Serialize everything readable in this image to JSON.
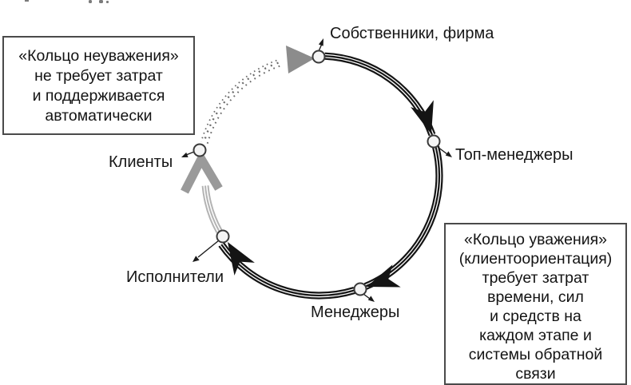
{
  "nodes": [
    {
      "id": "owners",
      "label": "Собственники, фирма"
    },
    {
      "id": "top-managers",
      "label": "Топ-менеджеры"
    },
    {
      "id": "managers",
      "label": "Менеджеры"
    },
    {
      "id": "executors",
      "label": "Исполнители"
    },
    {
      "id": "clients",
      "label": "Клиенты"
    }
  ],
  "edges": [
    {
      "from": "Собственники, фирма",
      "to": "Топ-менеджеры",
      "style": "triple-black-line-solid-arrowhead"
    },
    {
      "from": "Топ-менеджеры",
      "to": "Менеджеры",
      "style": "triple-black-line-solid-arrowhead"
    },
    {
      "from": "Менеджеры",
      "to": "Исполнители",
      "style": "triple-black-line-solid-arrowhead"
    },
    {
      "from": "Исполнители",
      "to": "Клиенты",
      "style": "triple-gray-line-gray-chevron-arrowhead"
    },
    {
      "from": "Клиенты",
      "to": "Собственники, фирма",
      "style": "dotted-gray-line-gray-triangle-arrowhead"
    }
  ],
  "callouts": {
    "disrespect": {
      "lines": [
        "«Кольцо неуважения»",
        "не требует затрат",
        "и поддерживается",
        "автоматически"
      ]
    },
    "respect": {
      "lines": [
        "«Кольцо уважения»",
        "(клиентоориентация)",
        "требует затрат",
        "времени, сил",
        "и средств на",
        "каждом этапе и",
        "системы обратной",
        "связи"
      ]
    }
  },
  "colors": {
    "ring_black": "#141414",
    "ring_gray": "#b3b3b3",
    "gray_arrow": "#9a9a9a",
    "dotted_gray": "#6a6a6a",
    "box_border": "#4a4a4a",
    "text": "#151515"
  }
}
